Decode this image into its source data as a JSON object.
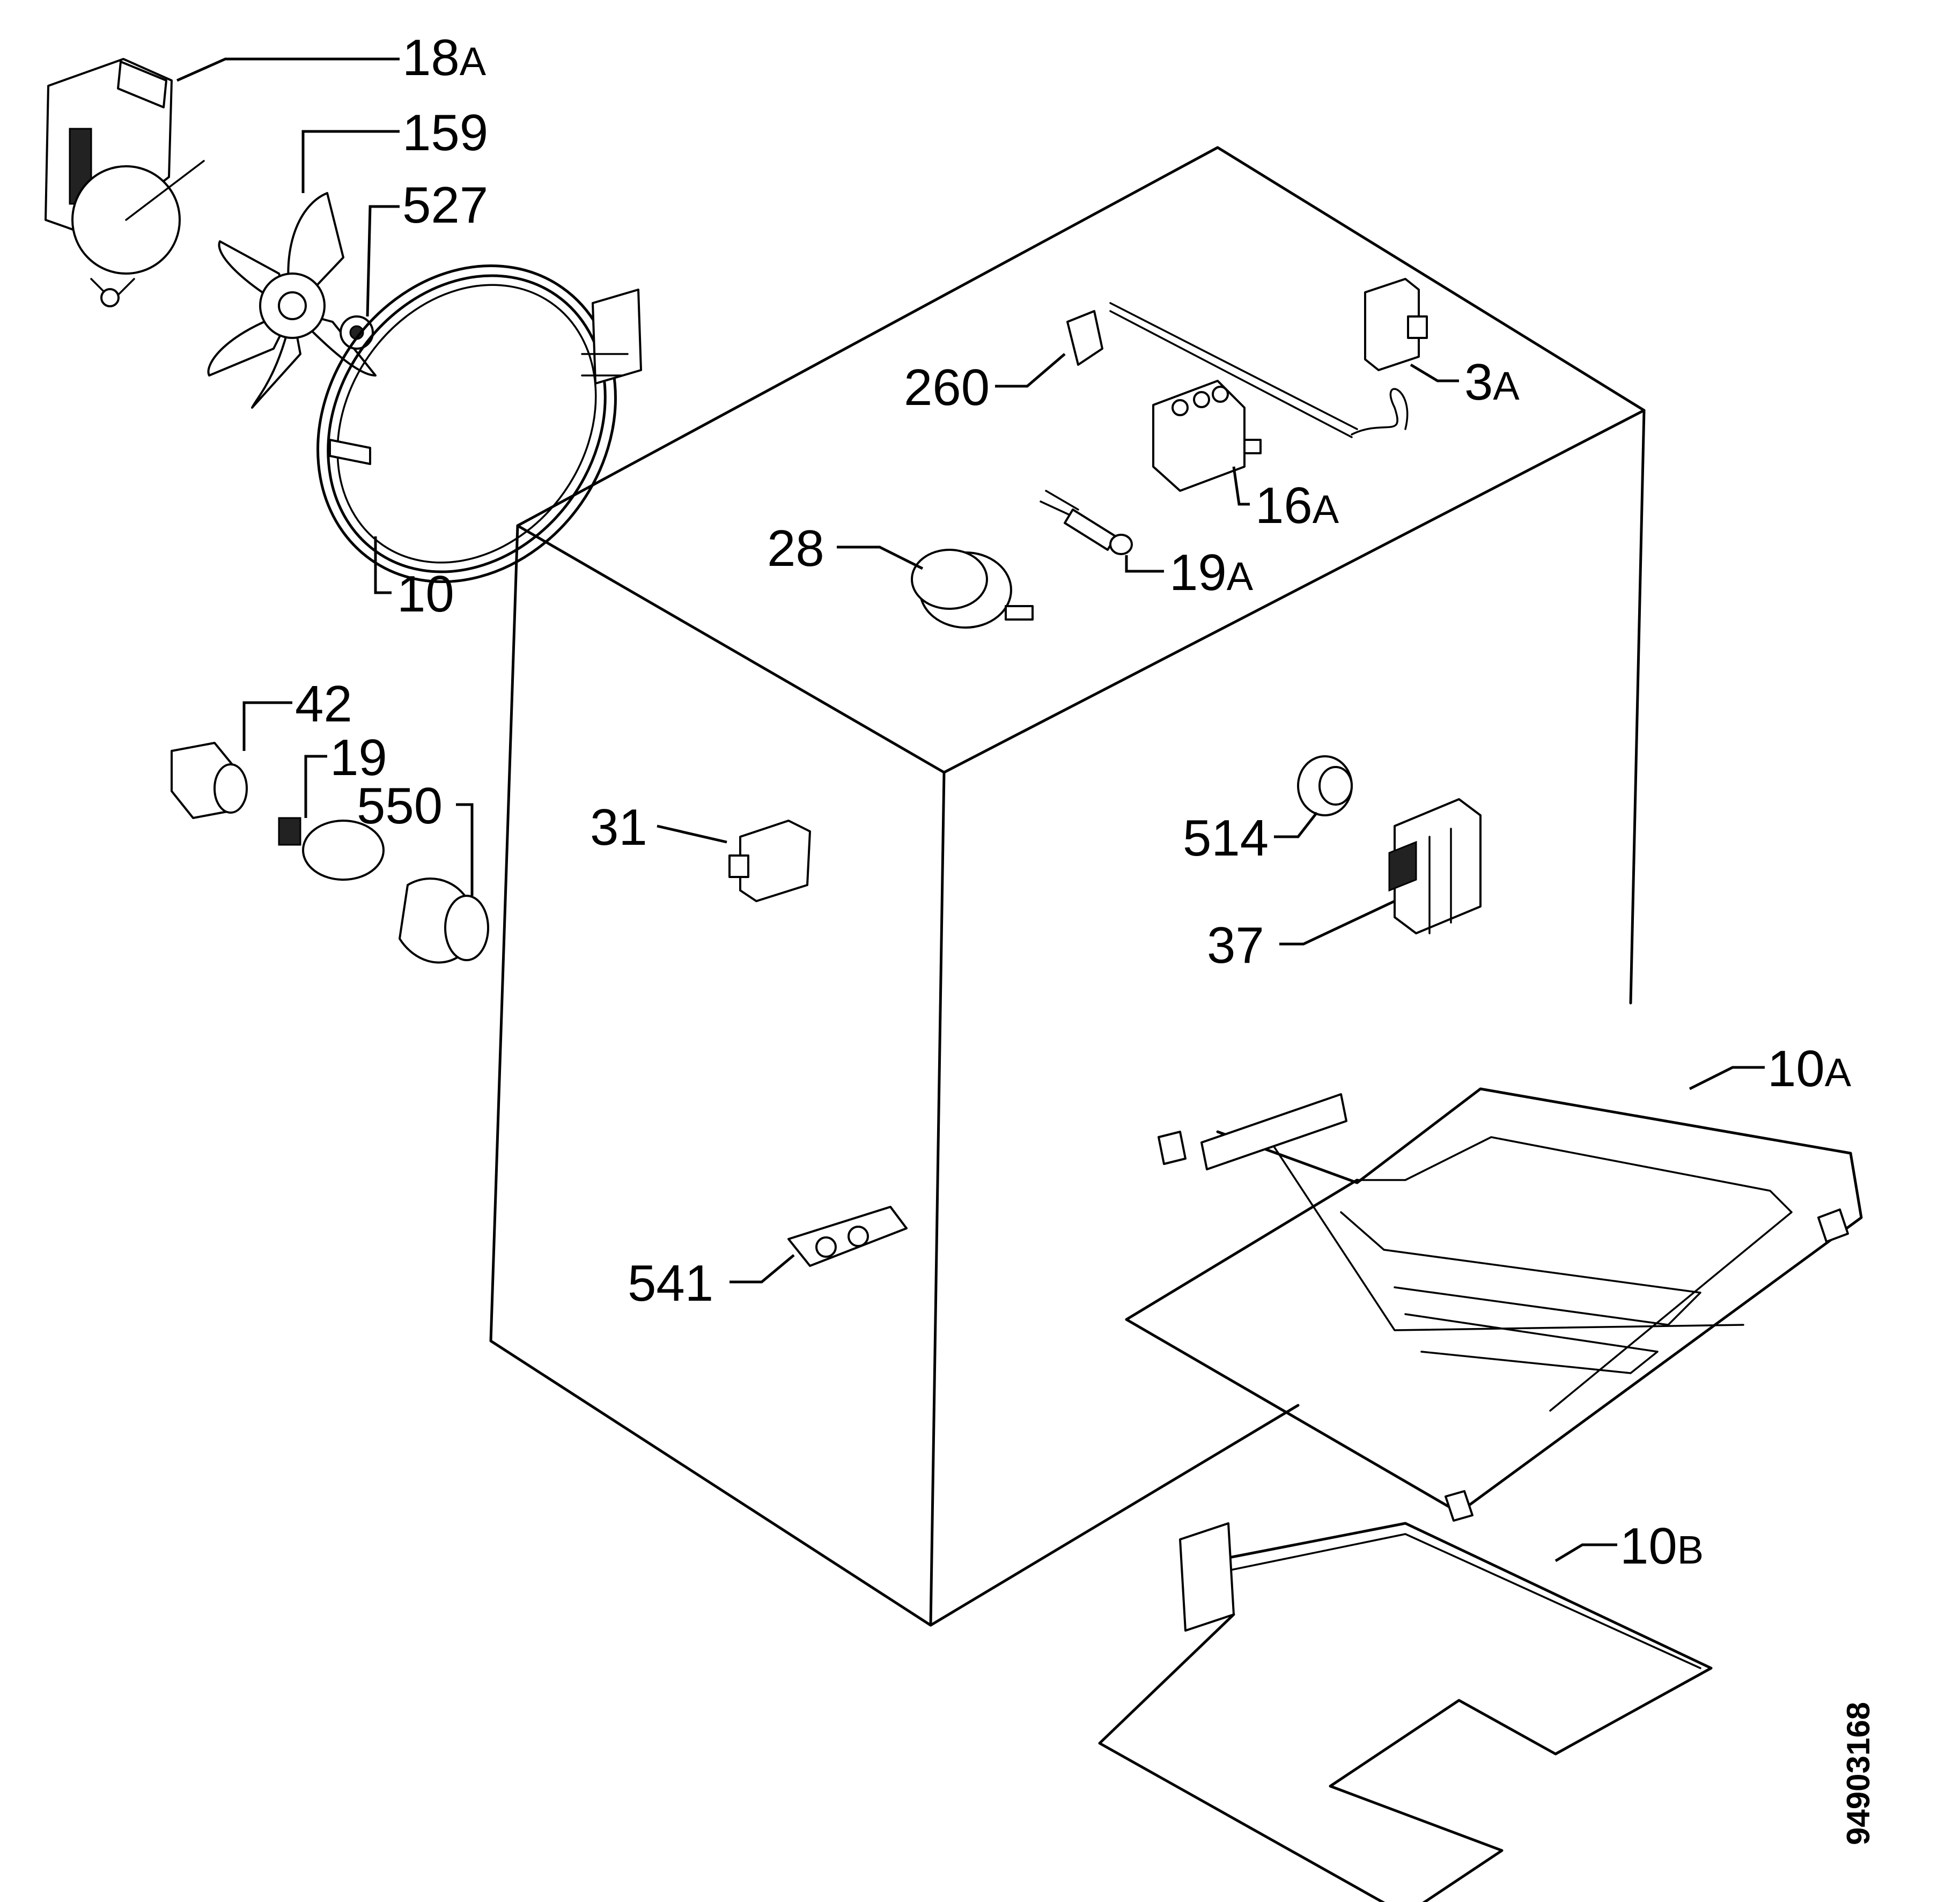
{
  "diagram": {
    "document_number": "94903168",
    "callouts": [
      {
        "id": "c-18a",
        "num": "18",
        "suffix": "A"
      },
      {
        "id": "c-159",
        "num": "159",
        "suffix": ""
      },
      {
        "id": "c-527",
        "num": "527",
        "suffix": ""
      },
      {
        "id": "c-10",
        "num": "10",
        "suffix": ""
      },
      {
        "id": "c-260",
        "num": "260",
        "suffix": ""
      },
      {
        "id": "c-3a",
        "num": "3",
        "suffix": "A"
      },
      {
        "id": "c-16a",
        "num": "16",
        "suffix": "A"
      },
      {
        "id": "c-28",
        "num": "28",
        "suffix": ""
      },
      {
        "id": "c-19a",
        "num": "19",
        "suffix": "A"
      },
      {
        "id": "c-42",
        "num": "42",
        "suffix": ""
      },
      {
        "id": "c-19",
        "num": "19",
        "suffix": ""
      },
      {
        "id": "c-550",
        "num": "550",
        "suffix": ""
      },
      {
        "id": "c-31",
        "num": "31",
        "suffix": ""
      },
      {
        "id": "c-514",
        "num": "514",
        "suffix": ""
      },
      {
        "id": "c-37",
        "num": "37",
        "suffix": ""
      },
      {
        "id": "c-10a",
        "num": "10",
        "suffix": "A"
      },
      {
        "id": "c-541",
        "num": "541",
        "suffix": ""
      },
      {
        "id": "c-10b",
        "num": "10",
        "suffix": "B"
      }
    ]
  }
}
